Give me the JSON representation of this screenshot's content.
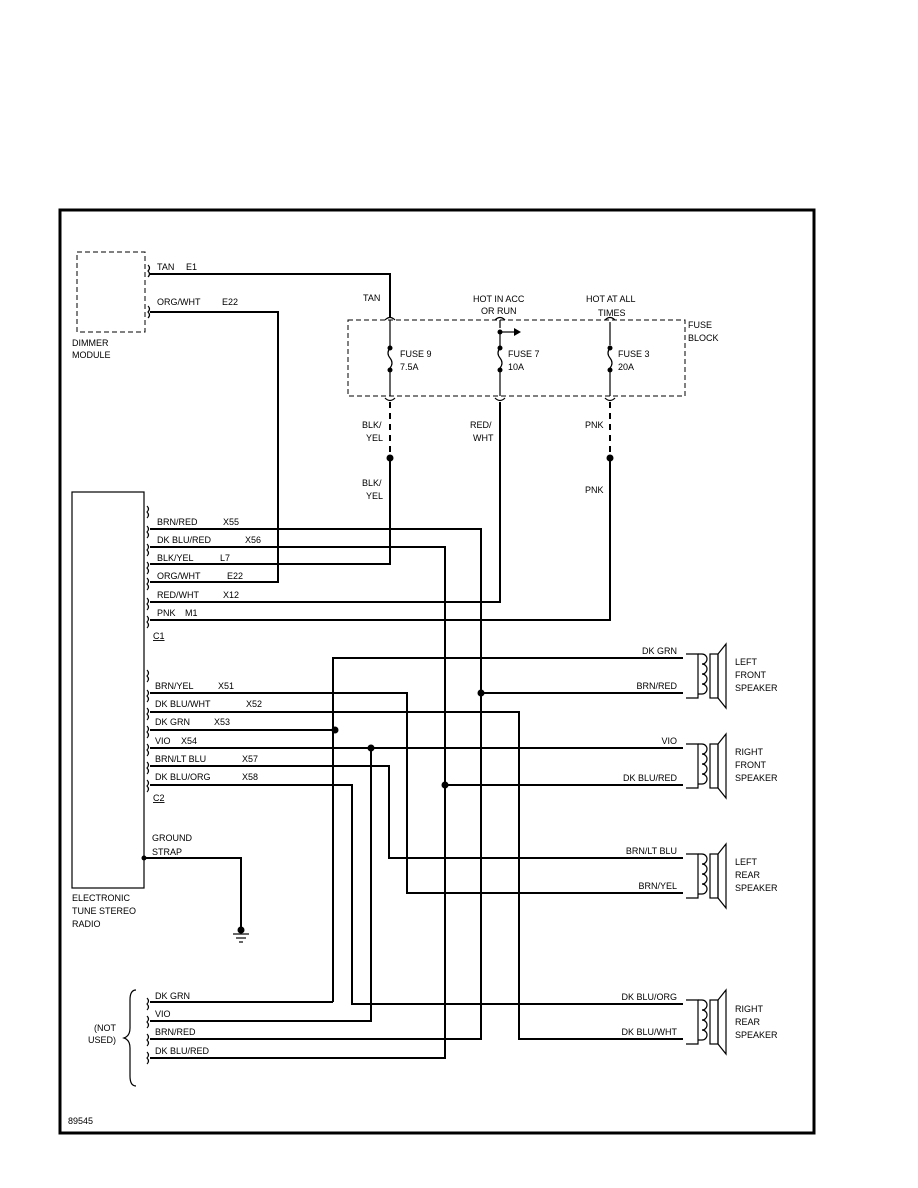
{
  "figure_id": "89545",
  "dimmer_module": {
    "label_line1": "DIMMER",
    "label_line2": "MODULE",
    "wires": [
      {
        "color": "TAN",
        "circuit": "E1"
      },
      {
        "color": "ORG/WHT",
        "circuit": "E22"
      }
    ]
  },
  "fuse_block": {
    "label_line1": "FUSE",
    "label_line2": "BLOCK",
    "feeds": {
      "tan": "TAN",
      "acc_line1": "HOT IN ACC",
      "acc_line2": "OR RUN",
      "always_line1": "HOT AT ALL",
      "always_line2": "TIMES"
    },
    "fuses": [
      {
        "name": "FUSE 9",
        "rating": "7.5A",
        "out_line1": "BLK/",
        "out_line2": "YEL",
        "lower_line1": "BLK/",
        "lower_line2": "YEL"
      },
      {
        "name": "FUSE 7",
        "rating": "10A",
        "out_line1": "RED/",
        "out_line2": "WHT"
      },
      {
        "name": "FUSE 3",
        "rating": "20A",
        "out_line1": "PNK",
        "lower_line1": "PNK"
      }
    ]
  },
  "radio": {
    "label_line1": "ELECTRONIC",
    "label_line2": "TUNE STEREO",
    "label_line3": "RADIO",
    "ground_line1": "GROUND",
    "ground_line2": "STRAP",
    "c1": {
      "name": "C1",
      "pins": [
        {
          "color": "BRN/RED",
          "circuit": "X55"
        },
        {
          "color": "DK BLU/RED",
          "circuit": "X56"
        },
        {
          "color": "BLK/YEL",
          "circuit": "L7"
        },
        {
          "color": "ORG/WHT",
          "circuit": "E22"
        },
        {
          "color": "RED/WHT",
          "circuit": "X12"
        },
        {
          "color": "PNK",
          "circuit": "M1"
        }
      ]
    },
    "c2": {
      "name": "C2",
      "pins": [
        {
          "color": "BRN/YEL",
          "circuit": "X51"
        },
        {
          "color": "DK BLU/WHT",
          "circuit": "X52"
        },
        {
          "color": "DK GRN",
          "circuit": "X53"
        },
        {
          "color": "VIO",
          "circuit": "X54"
        },
        {
          "color": "BRN/LT BLU",
          "circuit": "X57"
        },
        {
          "color": "DK BLU/ORG",
          "circuit": "X58"
        }
      ]
    }
  },
  "not_used": {
    "label_line1": "(NOT",
    "label_line2": "USED)",
    "wires": [
      "DK GRN",
      "VIO",
      "BRN/RED",
      "DK BLU/RED"
    ]
  },
  "speakers": [
    {
      "line1": "LEFT",
      "line2": "FRONT",
      "line3": "SPEAKER",
      "wire_top": "DK GRN",
      "wire_bottom": "BRN/RED"
    },
    {
      "line1": "RIGHT",
      "line2": "FRONT",
      "line3": "SPEAKER",
      "wire_top": "VIO",
      "wire_bottom": "DK BLU/RED"
    },
    {
      "line1": "LEFT",
      "line2": "REAR",
      "line3": "SPEAKER",
      "wire_top": "BRN/LT BLU",
      "wire_bottom": "BRN/YEL"
    },
    {
      "line1": "RIGHT",
      "line2": "REAR",
      "line3": "SPEAKER",
      "wire_top": "DK BLU/ORG",
      "wire_bottom": "DK BLU/WHT"
    }
  ]
}
